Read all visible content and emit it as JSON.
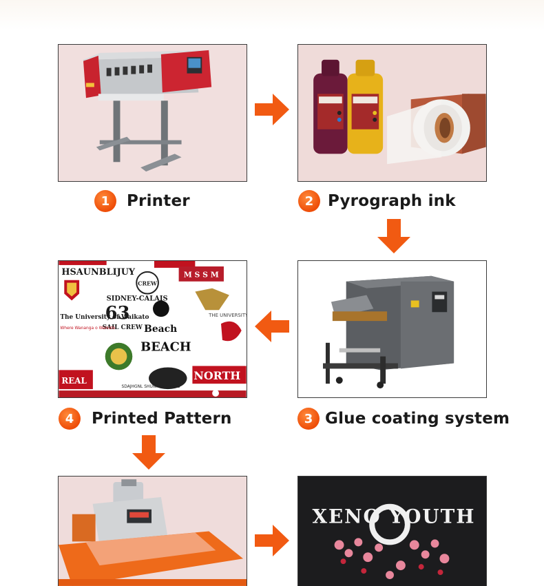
{
  "steps": [
    {
      "number": "1",
      "label": "Printer"
    },
    {
      "number": "2",
      "label": "Pyrograph ink"
    },
    {
      "number": "3",
      "label": "Glue coating system"
    },
    {
      "number": "4",
      "label": "Printed Pattern"
    }
  ],
  "pattern_logos": {
    "line1": "HSAUNBLIJUY",
    "line2": "SIDNEY-CALAIS",
    "line3": "63",
    "line4": "SAIL CREW",
    "line5": "The University of Waikato",
    "line6": "Where Wananga o Waikato",
    "line7": "M S S M",
    "line8": "Beach",
    "line9": "BEACH",
    "line10": "NORTH",
    "line11": "THE UNIVERSITY SALFORD",
    "line12": "SDAJHGNL SHUNI DSJAHKLIU",
    "line13": "REAL",
    "line14": "CREW"
  },
  "shirt_print": {
    "text": "XENO YOUTH"
  },
  "colors": {
    "accent_orange": "#f15a12",
    "badge_orange": "#ee4d08",
    "label_text": "#1a1a1a"
  }
}
